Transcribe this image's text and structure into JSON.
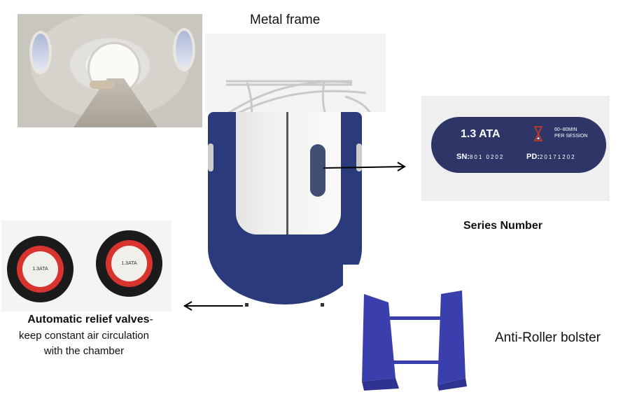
{
  "labels": {
    "metal_frame": "Metal frame",
    "series_number": "Series Number",
    "valves_title": "Automatic relief valves",
    "valves_title_suffix": "-",
    "valves_desc_line1": "keep constant air circulation",
    "valves_desc_line2": "with the chamber",
    "bolster": "Anti-Roller bolster"
  },
  "series_plate": {
    "pressure": "1.3  ATA",
    "time_line1": "60~80MIN",
    "time_line2": "PER SESSION",
    "sn_label": "SN:",
    "sn_value": "801 0202",
    "pd_label": "PD:",
    "pd_value": "20171202",
    "icon": "hourglass-icon"
  },
  "valves": {
    "face_text": "1.3ATA"
  },
  "colors": {
    "chamber_navy": "#2a3a7a",
    "plate_navy": "#2d3666",
    "bolster_blue": "#3a3fb0",
    "valve_red": "#d7342f",
    "arrow": "#000000"
  }
}
